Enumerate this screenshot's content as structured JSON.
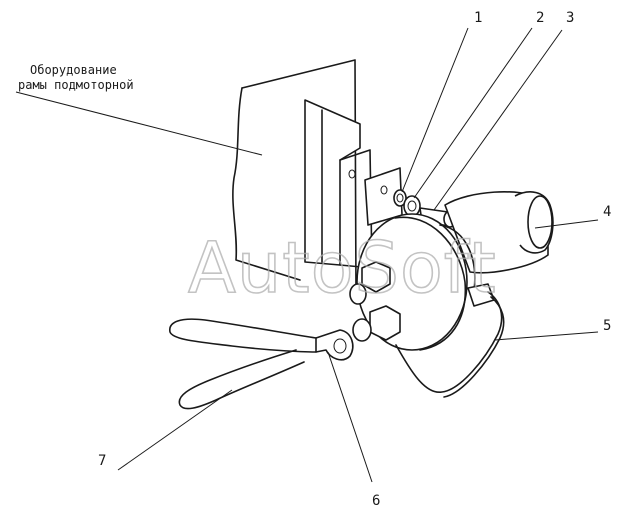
{
  "frame_label": {
    "line1": "Оборудование",
    "line2": "рамы подмоторной"
  },
  "callouts": [
    "1",
    "2",
    "3",
    "4",
    "5",
    "6",
    "7"
  ],
  "watermark": "AutoSoft"
}
